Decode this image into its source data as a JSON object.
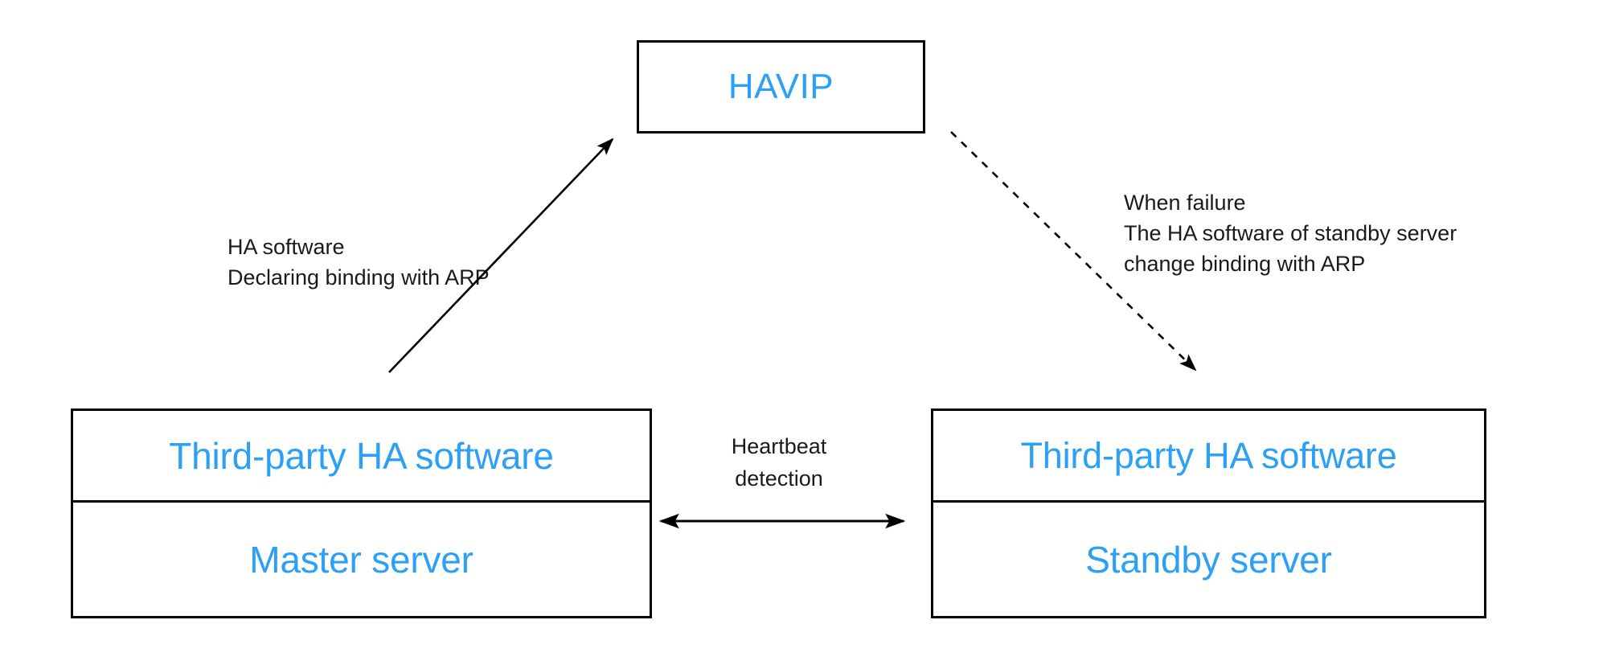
{
  "diagram": {
    "title": "HAVIP high availability failover diagram",
    "colors": {
      "accent_blue": "#2ba0f5",
      "line_black": "#000000",
      "text_black": "#1a1a1a",
      "background": "#ffffff"
    },
    "nodes": {
      "havip": {
        "label": "HAVIP"
      },
      "master": {
        "top_label": "Third-party HA software",
        "bottom_label": "Master server"
      },
      "standby": {
        "top_label": "Third-party HA software",
        "bottom_label": "Standby server"
      }
    },
    "captions": {
      "left": "HA software\nDeclaring binding with ARP",
      "right": "When failure\nThe HA software of standby server\nchange binding with ARP",
      "heartbeat": "Heartbeat\ndetection"
    },
    "connectors": [
      {
        "name": "master-to-havip",
        "style": "solid",
        "arrowheads": "end",
        "from": "Master server (Third-party HA software)",
        "to": "HAVIP"
      },
      {
        "name": "havip-to-standby",
        "style": "dashed",
        "arrowheads": "end",
        "from": "HAVIP",
        "to": "Standby server (Third-party HA software)"
      },
      {
        "name": "master-standby-heartbeat",
        "style": "solid",
        "arrowheads": "both",
        "from": "Master server",
        "to": "Standby server"
      }
    ]
  }
}
